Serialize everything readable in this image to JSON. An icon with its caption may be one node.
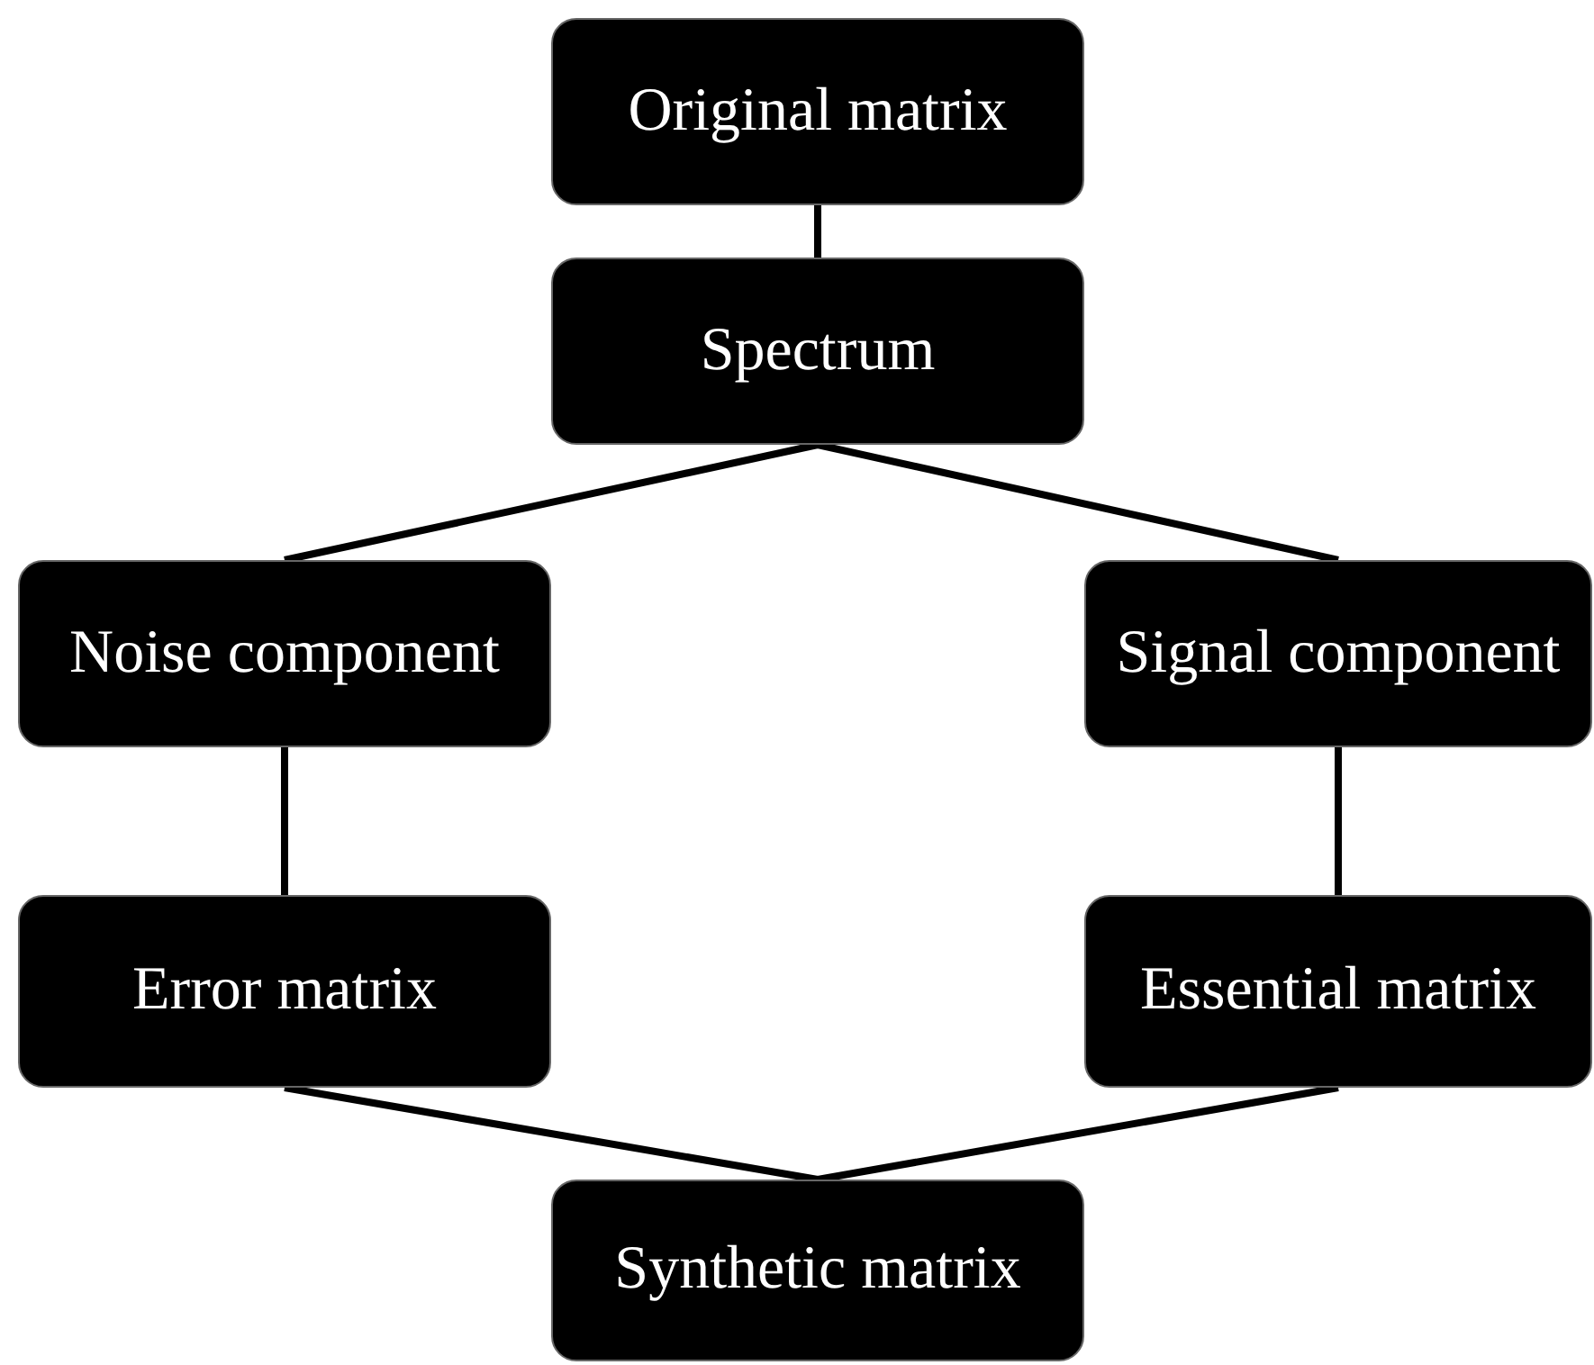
{
  "diagram": {
    "nodes": [
      {
        "text": [
          "Original matrix"
        ]
      },
      {
        "text": [
          "Spectrum"
        ]
      },
      {
        "text": [
          "Noise component"
        ]
      },
      {
        "text": [
          "Signal component"
        ]
      },
      {
        "text": [
          "Error matrix"
        ]
      },
      {
        "text": [
          "Essential matrix"
        ]
      },
      {
        "text": [
          "Synthetic matrix"
        ]
      }
    ],
    "edges": [
      {
        "from": 0,
        "to": 1,
        "arrow": "none"
      },
      {
        "from": 1,
        "to": 2,
        "arrow": "none"
      },
      {
        "from": 1,
        "to": 3,
        "arrow": "none"
      },
      {
        "from": 2,
        "to": 4,
        "arrow": "none"
      },
      {
        "from": 3,
        "to": 5,
        "arrow": "none"
      },
      {
        "from": 4,
        "to": 6,
        "arrow": "none"
      },
      {
        "from": 5,
        "to": 6,
        "arrow": "none"
      }
    ]
  }
}
